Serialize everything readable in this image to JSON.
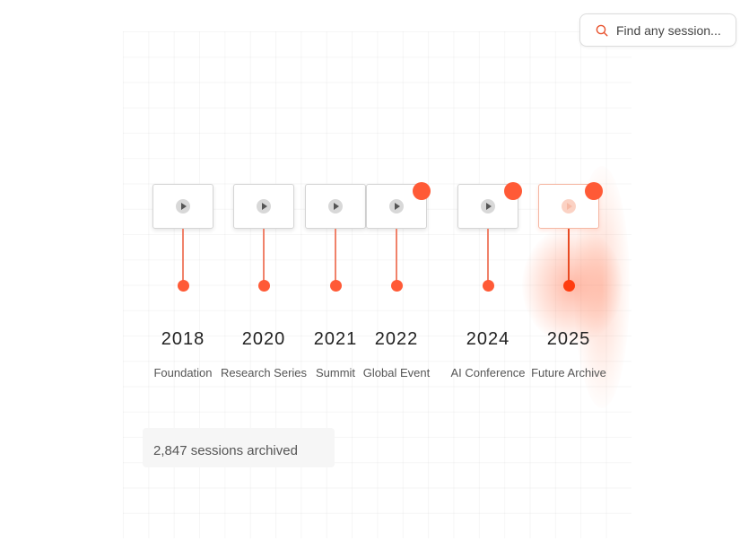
{
  "search": {
    "placeholder": "Find any session..."
  },
  "timeline": {
    "items": [
      {
        "year": "2018",
        "label": "Foundation",
        "badge": false,
        "active": false
      },
      {
        "year": "2020",
        "label": "Research Series",
        "badge": false,
        "active": false
      },
      {
        "year": "2021",
        "label": "Summit",
        "badge": false,
        "active": false
      },
      {
        "year": "2022",
        "label": "Global Event",
        "badge": true,
        "active": false
      },
      {
        "year": "2024",
        "label": "AI Conference",
        "badge": true,
        "active": false
      },
      {
        "year": "2025",
        "label": "Future Archive",
        "badge": true,
        "active": true
      }
    ]
  },
  "stats": {
    "sessions_text": "2,847 sessions archived"
  },
  "colors": {
    "accent": "#ff5a36",
    "stem": "#f0826a",
    "text": "#222222",
    "muted": "#555555"
  },
  "icons": {
    "search": "search-icon",
    "play": "play-icon",
    "badge": "notification-dot"
  }
}
